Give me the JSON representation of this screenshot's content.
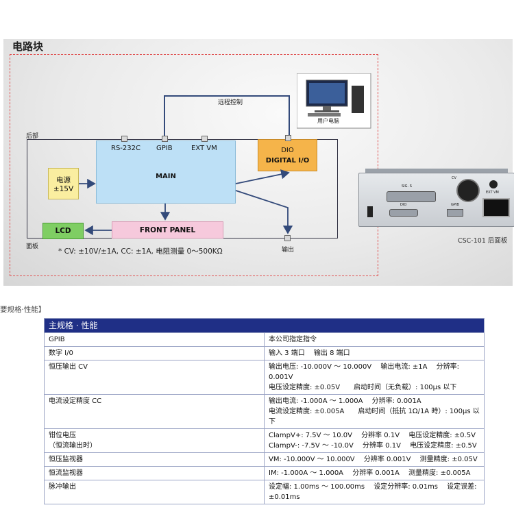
{
  "diagram": {
    "title": "电路块",
    "remote_control": "远程控制",
    "user_pc": "用户电脑",
    "rear_label": "后部",
    "panel_label": "面板",
    "ports": [
      "RS-232C",
      "GPIB",
      "EXT VM"
    ],
    "main": "MAIN",
    "dio": {
      "line1": "DIO",
      "line2": "DIGITAL I/O"
    },
    "power": {
      "line1": "电源",
      "line2": "±15V"
    },
    "lcd": "LCD",
    "front_panel": "FRONT PANEL",
    "output": "输出",
    "note": "* CV: ±10V/±1A, CC: ±1A, 电阻测量 0～500KΩ",
    "device_caption": "CSC-101 后面板",
    "device_labels": [
      "SIG. S",
      "DIO",
      "CV",
      "EXT VM",
      "GPIB"
    ]
  },
  "spec": {
    "section_label": "要规格·性能】",
    "header": "主规格 · 性能",
    "rows": [
      {
        "name": "GPIB",
        "lines": [
          "本公司指定指令"
        ]
      },
      {
        "name": "数字 I/0",
        "lines": [
          "输入 3 端口　 输出 8 端口"
        ]
      },
      {
        "name": "恒压输出 CV",
        "lines": [
          "输出电压: -10.000V ～ 10.000V　 输出电流: ±1A　 分辨率: 0.001V",
          "电压设定精度: ±0.05V　　启动时间（无负载）: 100μs 以下"
        ]
      },
      {
        "name": "电流设定精度 CC",
        "lines": [
          "输出电流: -1.000A ～ 1.000A　 分辨率: 0.001A",
          "电流设定精度: ±0.005A　　启动时间（抵抗 1Ω/1A 時）: 100μs 以下"
        ]
      },
      {
        "name": "钳位电压\n（恒流输出时）",
        "lines": [
          "ClampV+: 7.5V ～ 10.0V　 分辨率 0.1V　 电压设定精度: ±0.5V",
          "ClampV-: -7.5V ～ -10.0V　 分辨率 0.1V　 电压设定精度: ±0.5V"
        ]
      },
      {
        "name": "恒压监视器",
        "lines": [
          "VM: -10.000V ～ 10.000V　 分辨率 0.001V　 测量精度: ±0.05V"
        ]
      },
      {
        "name": "恒流监视器",
        "lines": [
          "IM: -1.000A ～ 1.000A　 分辨率 0.001A　 测量精度: ±0.005A"
        ]
      },
      {
        "name": "脉冲输出",
        "lines": [
          "设定幅: 1.00ms ～ 100.00ms　 设定分辨率: 0.01ms　 设定误差: ±0.01ms"
        ]
      }
    ]
  },
  "colors": {
    "header_bg": "#1f2f86",
    "main_block": "#bde0f6",
    "dio_block": "#f5b44a",
    "power_block": "#faeea0",
    "lcd_block": "#7fce63",
    "front_block": "#f6c9dc"
  }
}
